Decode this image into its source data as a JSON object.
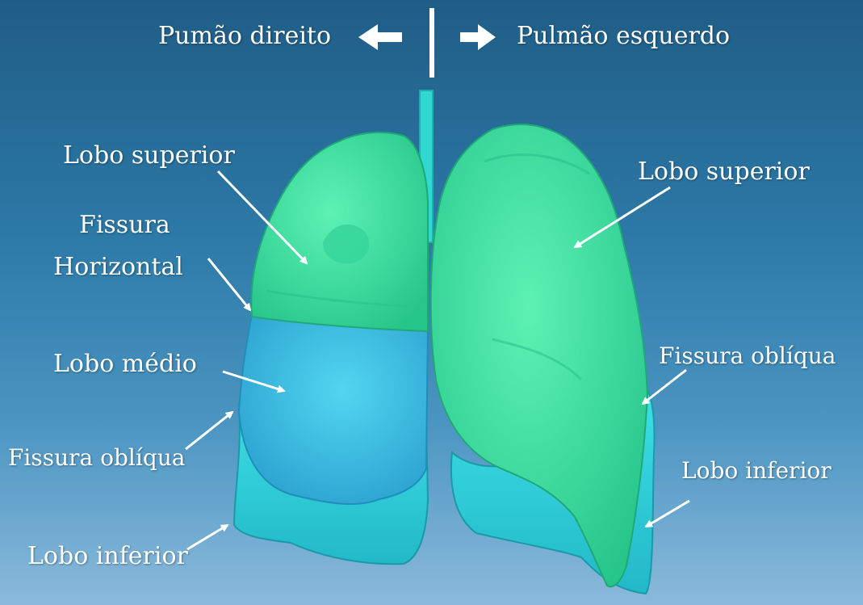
{
  "header": {
    "right_lung": "Pumão direito",
    "left_lung": "Pulmão esquerdo"
  },
  "labels": {
    "right_superior": "Lobo superior",
    "horizontal_fissure_line1": "Fissura",
    "horizontal_fissure_line2": "Horizontal",
    "right_middle": "Lobo médio",
    "right_oblique": "Fissura oblíqua",
    "right_inferior": "Lobo  inferior",
    "left_superior": "Lobo superior",
    "left_oblique": "Fissura oblíqua",
    "left_inferior": "Lobo inferior"
  },
  "colors": {
    "background_top": "#1f5d86",
    "background_bottom": "#8bbadb",
    "superior_lobe": "#3fe0a0",
    "middle_lobe": "#38bde0",
    "inferior_lobe": "#2ed3dc",
    "trachea": "#2fd8d0",
    "text": "#ffffff"
  }
}
